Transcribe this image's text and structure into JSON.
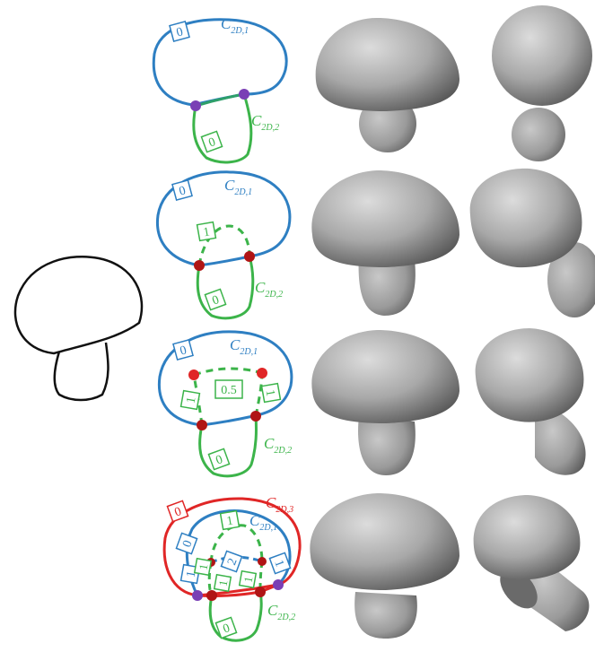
{
  "colors": {
    "blue": "#2e7fc2",
    "green": "#3cb44a",
    "red": "#e02626",
    "purple": "#7a3fb5",
    "dark_red": "#b01515",
    "black": "#111111"
  },
  "labels": {
    "c1_main": "C",
    "c1_sub": "2D,1",
    "c2_main": "C",
    "c2_sub": "2D,2",
    "c3_main": "C",
    "c3_sub": "2D,3"
  },
  "rows": [
    {
      "boxes": {
        "cap": "0",
        "stem": "0"
      }
    },
    {
      "boxes": {
        "cap": "0",
        "dash": "1",
        "stem": "0"
      }
    },
    {
      "boxes": {
        "cap": "0",
        "mid": "0.5",
        "left": "1",
        "right": "1",
        "stem": "0"
      }
    },
    {
      "boxes": {
        "outer": "0",
        "cap": "0",
        "top": "1",
        "mid": "2",
        "left": "1",
        "right": "1",
        "inner_l": "1",
        "inner_r": "1",
        "bl": "1",
        "stem": "0"
      }
    }
  ]
}
